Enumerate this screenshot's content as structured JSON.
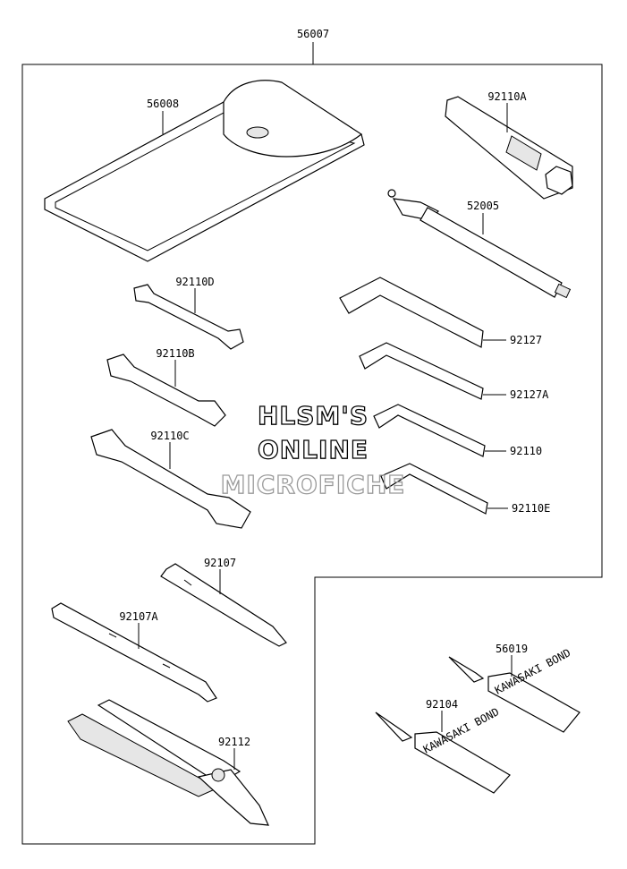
{
  "assembly_label": "56007",
  "parts": [
    {
      "key": "p56008",
      "label": "56008"
    },
    {
      "key": "p92110A",
      "label": "92110A"
    },
    {
      "key": "p52005",
      "label": "52005"
    },
    {
      "key": "p92110D",
      "label": "92110D"
    },
    {
      "key": "p92127",
      "label": "92127"
    },
    {
      "key": "p92110B",
      "label": "92110B"
    },
    {
      "key": "p92127A",
      "label": "92127A"
    },
    {
      "key": "p92110C",
      "label": "92110C"
    },
    {
      "key": "p92110",
      "label": "92110"
    },
    {
      "key": "p92110E",
      "label": "92110E"
    },
    {
      "key": "p92107",
      "label": "92107"
    },
    {
      "key": "p92107A",
      "label": "92107A"
    },
    {
      "key": "p56019",
      "label": "56019"
    },
    {
      "key": "p92104",
      "label": "92104"
    },
    {
      "key": "p92112",
      "label": "92112"
    }
  ],
  "tube_text": "KAWASAKI BOND",
  "watermark": {
    "line1": "HLSM'S",
    "line2": "ONLINE",
    "line3": "MICROFICHE"
  },
  "colors": {
    "line": "#000000",
    "background": "#ffffff",
    "watermark_dark": "#000000",
    "watermark_light": "#9a9a9a"
  }
}
